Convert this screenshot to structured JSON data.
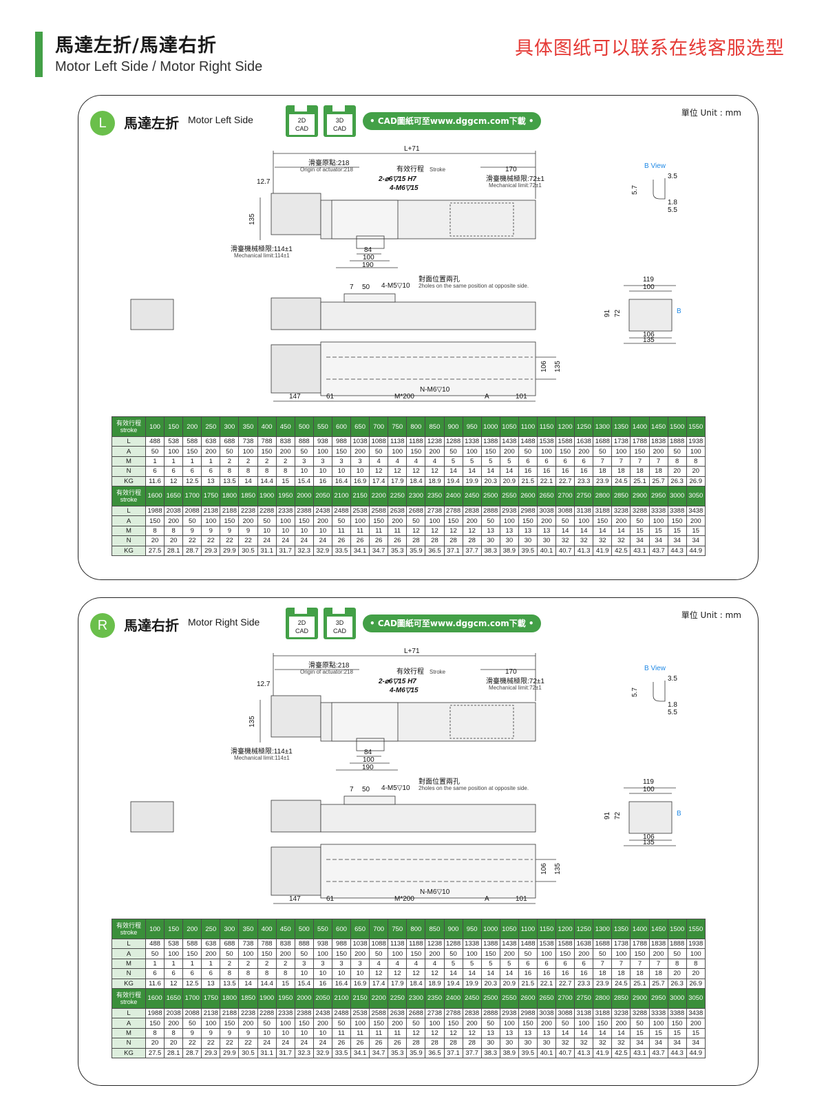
{
  "header": {
    "title_zh": "馬達左折/馬達右折",
    "title_en": "Motor Left Side / Motor Right Side",
    "notice": "具体图纸可以联系在线客服选型"
  },
  "panels": [
    {
      "badge": "L",
      "title_zh": "馬達左折",
      "title_en": "Motor Left Side",
      "unit": "單位 Unit : mm",
      "cad_2d": [
        "2D",
        "CAD"
      ],
      "cad_3d": [
        "3D",
        "CAD"
      ],
      "cad_link": "• CAD圖紙可至www.dggcm.com下載 •",
      "dims": {
        "L71": "L+71",
        "origin_zh": "滑臺原點:218",
        "origin_en": "Origin of actuator:218",
        "stroke_zh": "有效行程",
        "stroke_en": "Stroke",
        "d170": "170",
        "hole1": "2-⌀6▽15 H7",
        "hole2": "4-M6▽15",
        "mech_zh": "滑臺機械極限:72±1",
        "mech_en": "Mechanical limit:72±1",
        "d12_7": "12.7",
        "d135": "135",
        "mech2_zh": "滑臺機械極限:114±1",
        "mech2_en": "Mechanical limit:114±1",
        "d84": "84",
        "d100": "100",
        "d190": "190",
        "d7": "7",
        "d50": "50",
        "m5": "4-M5▽10",
        "opp_zh": "對面位置兩孔",
        "opp_en": "2holes on the same position at opposite side.",
        "d147": "147",
        "d61": "61",
        "m200": "M*200",
        "nm6": "N-M6▽10",
        "dA": "A",
        "d101": "101",
        "d106": "106",
        "d135b": "135",
        "bview": "B View",
        "d3_5": "3.5",
        "d5_7": "5.7",
        "d1_8": "1.8",
        "d5_5": "5.5",
        "d119": "119",
        "d100b": "100",
        "d91": "91",
        "d72": "72",
        "dB": "B",
        "d106b": "106",
        "d135c": "135"
      }
    },
    {
      "badge": "R",
      "title_zh": "馬達右折",
      "title_en": "Motor Right Side",
      "unit": "單位 Unit : mm",
      "cad_2d": [
        "2D",
        "CAD"
      ],
      "cad_3d": [
        "3D",
        "CAD"
      ],
      "cad_link": "• CAD圖紙可至www.dggcm.com下載 •",
      "dims": {
        "L71": "L+71",
        "origin_zh": "滑臺原點:218",
        "origin_en": "Origin of actuator:218",
        "stroke_zh": "有效行程",
        "stroke_en": "Stroke",
        "d170": "170",
        "hole1": "2-⌀6▽15 H7",
        "hole2": "4-M6▽15",
        "mech_zh": "滑臺機械極限:72±1",
        "mech_en": "Mechanical limit:72±1",
        "d12_7": "12.7",
        "d135": "135",
        "mech2_zh": "滑臺機械極限:114±1",
        "mech2_en": "Mechanical limit:114±1",
        "d84": "84",
        "d100": "100",
        "d190": "190",
        "d7": "7",
        "d50": "50",
        "m5": "4-M5▽10",
        "opp_zh": "對面位置兩孔",
        "opp_en": "2holes on the same position at opposite side.",
        "d147": "147",
        "d61": "61",
        "m200": "M*200",
        "nm6": "N-M6▽10",
        "dA": "A",
        "d101": "101",
        "d106": "106",
        "d135b": "135",
        "bview": "B View",
        "d3_5": "3.5",
        "d5_7": "5.7",
        "d1_8": "1.8",
        "d5_5": "5.5",
        "d119": "119",
        "d100b": "100",
        "d91": "91",
        "d72": "72",
        "dB": "B",
        "d106b": "106",
        "d135c": "135"
      }
    }
  ],
  "table": {
    "header_label": [
      "有效行程",
      "stroke"
    ],
    "row_labels": [
      "L",
      "A",
      "M",
      "N",
      "KG"
    ],
    "blocks": [
      {
        "stroke": [
          "100",
          "150",
          "200",
          "250",
          "300",
          "350",
          "400",
          "450",
          "500",
          "550",
          "600",
          "650",
          "700",
          "750",
          "800",
          "850",
          "900",
          "950",
          "1000",
          "1050",
          "1100",
          "1150",
          "1200",
          "1250",
          "1300",
          "1350",
          "1400",
          "1450",
          "1500",
          "1550"
        ],
        "rows": [
          [
            "488",
            "538",
            "588",
            "638",
            "688",
            "738",
            "788",
            "838",
            "888",
            "938",
            "988",
            "1038",
            "1088",
            "1138",
            "1188",
            "1238",
            "1288",
            "1338",
            "1388",
            "1438",
            "1488",
            "1538",
            "1588",
            "1638",
            "1688",
            "1738",
            "1788",
            "1838",
            "1888",
            "1938"
          ],
          [
            "50",
            "100",
            "150",
            "200",
            "50",
            "100",
            "150",
            "200",
            "50",
            "100",
            "150",
            "200",
            "50",
            "100",
            "150",
            "200",
            "50",
            "100",
            "150",
            "200",
            "50",
            "100",
            "150",
            "200",
            "50",
            "100",
            "150",
            "200",
            "50",
            "100"
          ],
          [
            "1",
            "1",
            "1",
            "1",
            "2",
            "2",
            "2",
            "2",
            "3",
            "3",
            "3",
            "3",
            "4",
            "4",
            "4",
            "4",
            "5",
            "5",
            "5",
            "5",
            "6",
            "6",
            "6",
            "6",
            "7",
            "7",
            "7",
            "7",
            "8",
            "8"
          ],
          [
            "6",
            "6",
            "6",
            "6",
            "8",
            "8",
            "8",
            "8",
            "10",
            "10",
            "10",
            "10",
            "12",
            "12",
            "12",
            "12",
            "14",
            "14",
            "14",
            "14",
            "16",
            "16",
            "16",
            "16",
            "18",
            "18",
            "18",
            "18",
            "20",
            "20"
          ],
          [
            "11.6",
            "12",
            "12.5",
            "13",
            "13.5",
            "14",
            "14.4",
            "15",
            "15.4",
            "16",
            "16.4",
            "16.9",
            "17.4",
            "17.9",
            "18.4",
            "18.9",
            "19.4",
            "19.9",
            "20.3",
            "20.9",
            "21.5",
            "22.1",
            "22.7",
            "23.3",
            "23.9",
            "24.5",
            "25.1",
            "25.7",
            "26.3",
            "26.9"
          ]
        ]
      },
      {
        "stroke": [
          "1600",
          "1650",
          "1700",
          "1750",
          "1800",
          "1850",
          "1900",
          "1950",
          "2000",
          "2050",
          "2100",
          "2150",
          "2200",
          "2250",
          "2300",
          "2350",
          "2400",
          "2450",
          "2500",
          "2550",
          "2600",
          "2650",
          "2700",
          "2750",
          "2800",
          "2850",
          "2900",
          "2950",
          "3000",
          "3050"
        ],
        "rows": [
          [
            "1988",
            "2038",
            "2088",
            "2138",
            "2188",
            "2238",
            "2288",
            "2338",
            "2388",
            "2438",
            "2488",
            "2538",
            "2588",
            "2638",
            "2688",
            "2738",
            "2788",
            "2838",
            "2888",
            "2938",
            "2988",
            "3038",
            "3088",
            "3138",
            "3188",
            "3238",
            "3288",
            "3338",
            "3388",
            "3438"
          ],
          [
            "150",
            "200",
            "50",
            "100",
            "150",
            "200",
            "50",
            "100",
            "150",
            "200",
            "50",
            "100",
            "150",
            "200",
            "50",
            "100",
            "150",
            "200",
            "50",
            "100",
            "150",
            "200",
            "50",
            "100",
            "150",
            "200",
            "50",
            "100",
            "150",
            "200"
          ],
          [
            "8",
            "8",
            "9",
            "9",
            "9",
            "9",
            "10",
            "10",
            "10",
            "10",
            "11",
            "11",
            "11",
            "11",
            "12",
            "12",
            "12",
            "12",
            "13",
            "13",
            "13",
            "13",
            "14",
            "14",
            "14",
            "14",
            "15",
            "15",
            "15",
            "15"
          ],
          [
            "20",
            "20",
            "22",
            "22",
            "22",
            "22",
            "24",
            "24",
            "24",
            "24",
            "26",
            "26",
            "26",
            "26",
            "28",
            "28",
            "28",
            "28",
            "30",
            "30",
            "30",
            "30",
            "32",
            "32",
            "32",
            "32",
            "34",
            "34",
            "34",
            "34"
          ],
          [
            "27.5",
            "28.1",
            "28.7",
            "29.3",
            "29.9",
            "30.5",
            "31.1",
            "31.7",
            "32.3",
            "32.9",
            "33.5",
            "34.1",
            "34.7",
            "35.3",
            "35.9",
            "36.5",
            "37.1",
            "37.7",
            "38.3",
            "38.9",
            "39.5",
            "40.1",
            "40.7",
            "41.3",
            "41.9",
            "42.5",
            "43.1",
            "43.7",
            "44.3",
            "44.9"
          ]
        ]
      }
    ]
  }
}
